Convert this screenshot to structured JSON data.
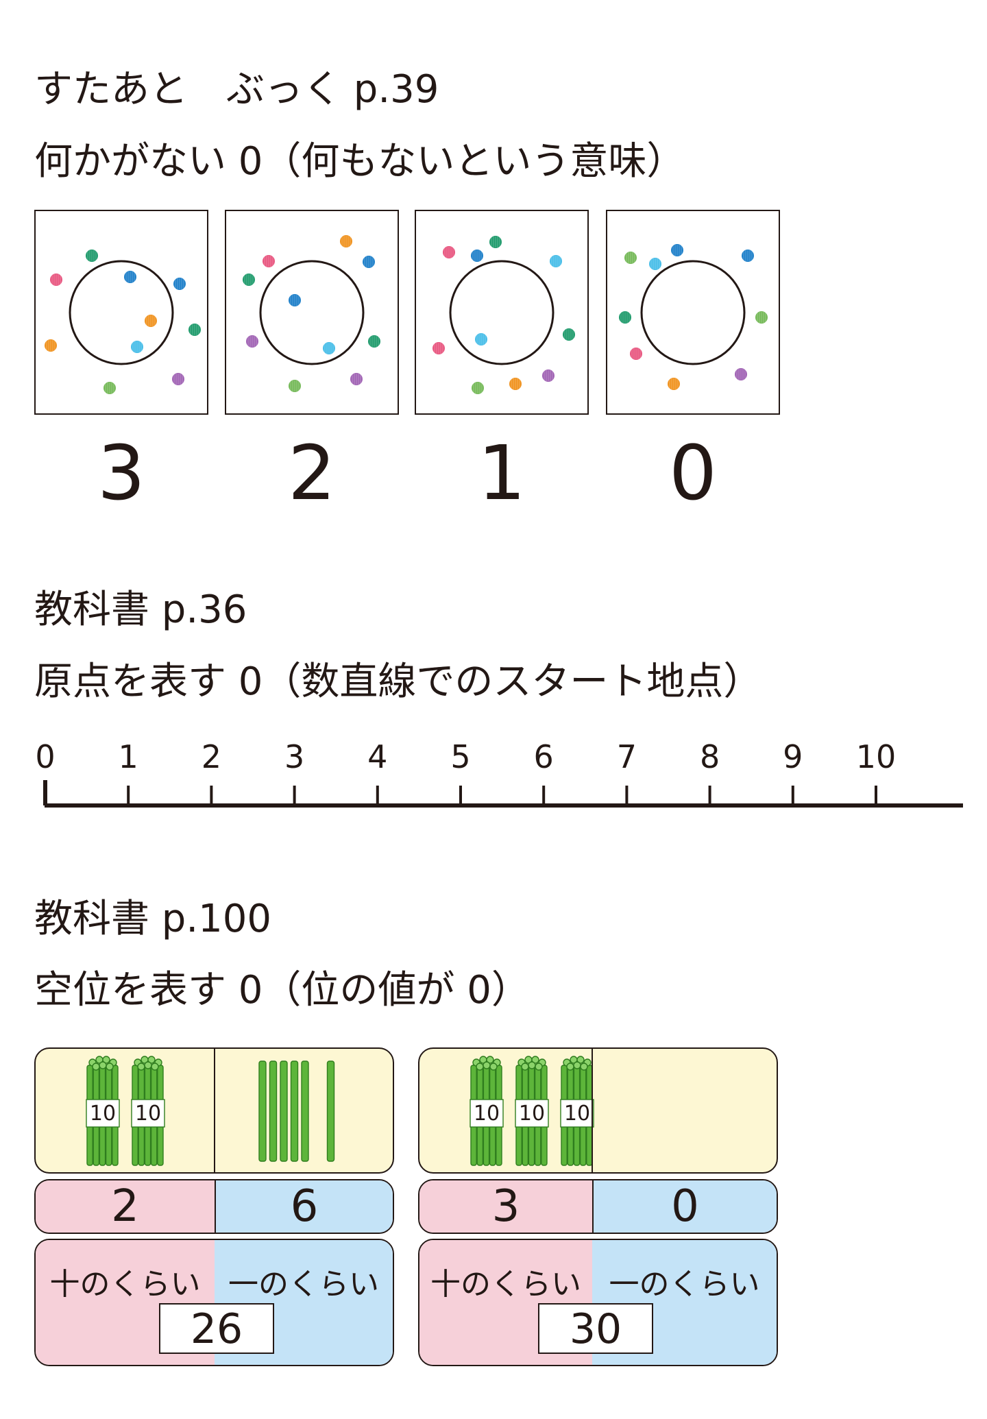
{
  "section1": {
    "title": "すたあと　ぶっく p.39",
    "subtitle": "何かがない 0（何もないという意味）",
    "cards": [
      {
        "number": "3",
        "inside": 3
      },
      {
        "number": "2",
        "inside": 2
      },
      {
        "number": "1",
        "inside": 1
      },
      {
        "number": "0",
        "inside": 0
      }
    ],
    "dot_colors": {
      "pink": "#e8557f",
      "green": "#1e9a6b",
      "blue": "#1d7fc9",
      "orange": "#f0921e",
      "skyblue": "#46bde8",
      "purple": "#a062b4",
      "lightgreen": "#74b957"
    }
  },
  "section2": {
    "title": "教科書 p.36",
    "subtitle": "原点を表す 0（数直線でのスタート地点）",
    "number_line_ticks": [
      "0",
      "1",
      "2",
      "3",
      "4",
      "5",
      "6",
      "7",
      "8",
      "9",
      "10"
    ]
  },
  "section3": {
    "title": "教科書 p.100",
    "subtitle": "空位を表す 0（位の値が 0）",
    "bundle_label": "10",
    "charts": [
      {
        "tens_bundles": 2,
        "ones_sticks": 6,
        "tens_digit": "2",
        "ones_digit": "6",
        "tens_label": "十のくらい",
        "ones_label": "一のくらい",
        "total": "26"
      },
      {
        "tens_bundles": 3,
        "ones_sticks": 0,
        "tens_digit": "3",
        "ones_digit": "0",
        "tens_label": "十のくらい",
        "ones_label": "一のくらい",
        "total": "30"
      }
    ],
    "colors": {
      "top": "#fdf7d3",
      "tens": "#f6d0d9",
      "ones": "#c4e3f7",
      "stick": "#5db53a",
      "stick_dark": "#2f7d1e"
    }
  }
}
